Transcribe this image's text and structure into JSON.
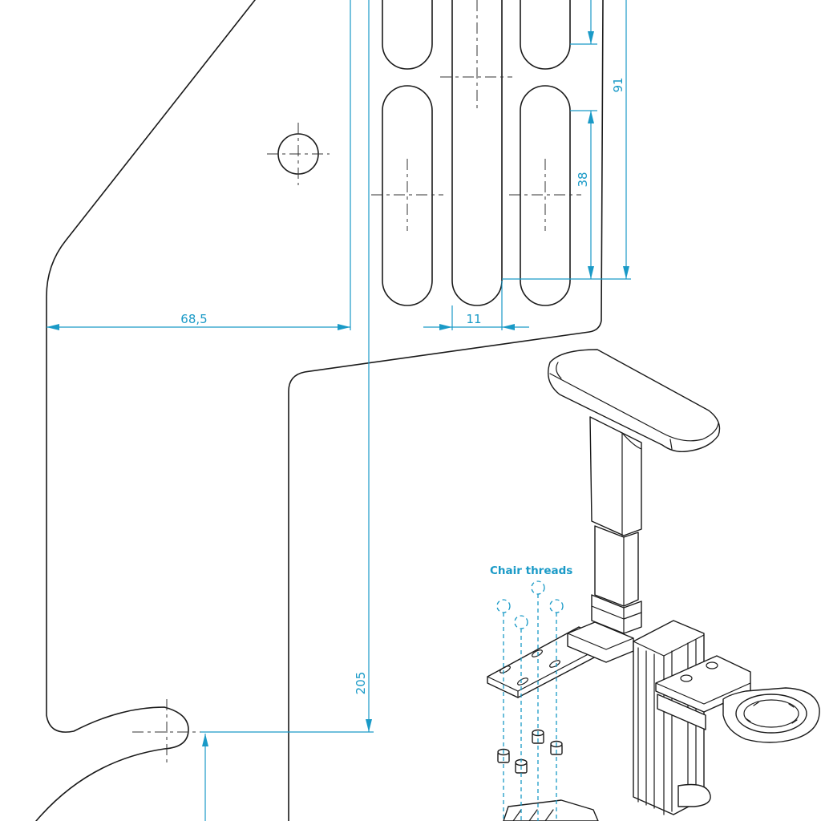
{
  "dimensions": {
    "width_68_5": "68,5",
    "slot_11": "11",
    "slot_38": "38",
    "height_91": "91",
    "height_205": "205"
  },
  "annotations": {
    "chair_threads": "Chair threads"
  },
  "colors": {
    "line": "#1a1a1a",
    "dimension": "#1a9ac7"
  }
}
